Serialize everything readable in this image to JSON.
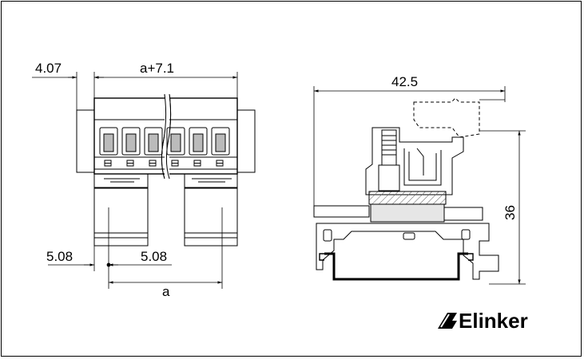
{
  "dimensions": {
    "left_offset": "4.07",
    "top_width": "a+7.1",
    "pitch_left": "5.08",
    "pitch_right": "5.08",
    "bottom_width": "a",
    "right_width": "42.5",
    "right_height": "36"
  },
  "brand": {
    "name": "Elinker"
  },
  "colors": {
    "line": "#000000",
    "thin_line": "#555555",
    "hatch": "#666666",
    "fill_grey": "#e6e6e6"
  }
}
